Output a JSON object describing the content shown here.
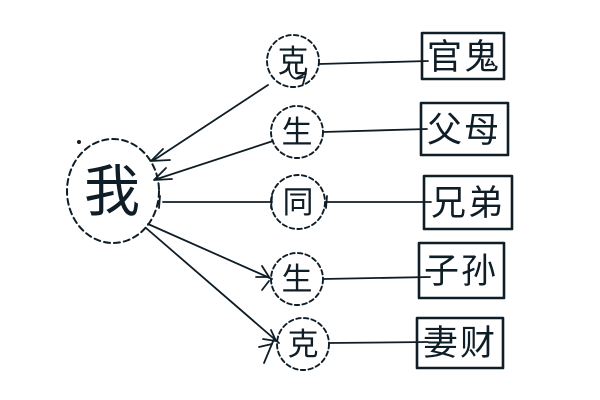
{
  "diagram": {
    "self_label": "我",
    "rows": [
      {
        "relation": "克",
        "target": "官鬼",
        "arrow_direction": "relation-to-self"
      },
      {
        "relation": "生",
        "target": "父母",
        "arrow_direction": "relation-to-self"
      },
      {
        "relation": "同",
        "target": "兄弟",
        "arrow_direction": "none"
      },
      {
        "relation": "生",
        "target": "子孙",
        "arrow_direction": "self-to-relation"
      },
      {
        "relation": "克",
        "target": "妻财",
        "arrow_direction": "self-to-relation"
      }
    ],
    "colors": {
      "ink": "#0f1d27",
      "paper": "#ffffff"
    }
  }
}
